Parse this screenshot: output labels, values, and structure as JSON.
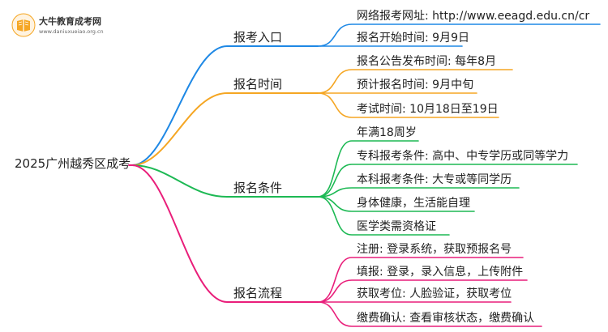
{
  "logo": {
    "title": "大牛教育成考网",
    "url": "www.daniuxueiao.org.cn"
  },
  "root": {
    "label": "2025广州越秀区成考"
  },
  "branches": [
    {
      "label": "报考入口",
      "color": "#1e88e5",
      "leaves": [
        "网络报考网址: http://www.eeagd.edu.cn/cr",
        "报名开始时间: 9月9日"
      ]
    },
    {
      "label": "报名时间",
      "color": "#f5a623",
      "leaves": [
        "报名公告发布时间: 每年8月",
        "预计报名时间: 9月中旬",
        "考试时间: 10月18日至19日"
      ]
    },
    {
      "label": "报名条件",
      "color": "#1db954",
      "leaves": [
        "年满18周岁",
        "专科报考条件: 高中、中专学历或同等学力",
        "本科报考条件: 大专或等同学历",
        "身体健康，生活能自理",
        "医学类需资格证"
      ]
    },
    {
      "label": "报名流程",
      "color": "#e91e7a",
      "leaves": [
        "注册: 登录系统，获取预报名号",
        "填报: 登录，录入信息，上传附件",
        "获取考位: 人脸验证，获取考位",
        "缴费确认: 查看审核状态，缴费确认"
      ]
    }
  ]
}
